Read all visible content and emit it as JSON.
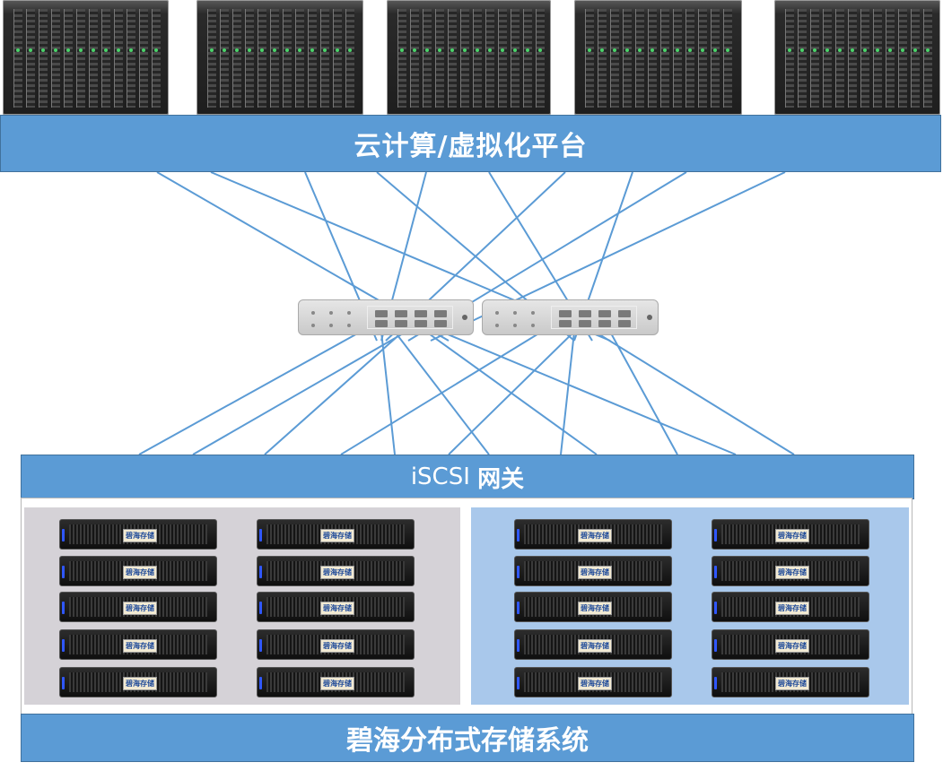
{
  "colors": {
    "band": "#5b9bd5",
    "link": "#5b9bd5",
    "pool_left": "#d5d2d7",
    "pool_right": "#a9c8eb"
  },
  "cloud_band": {
    "label": "云计算/虚拟化平台"
  },
  "iscsi_band": {
    "label_latin": "iSCSI",
    "label_cjk": "网关"
  },
  "storage_band": {
    "label": "碧海分布式存储系统"
  },
  "node_plate_label": "碧海存储",
  "servers": [
    "blade-chassis",
    "blade-chassis",
    "blade-chassis",
    "blade-chassis",
    "blade-chassis"
  ],
  "switches": [
    "network-switch",
    "network-switch"
  ]
}
